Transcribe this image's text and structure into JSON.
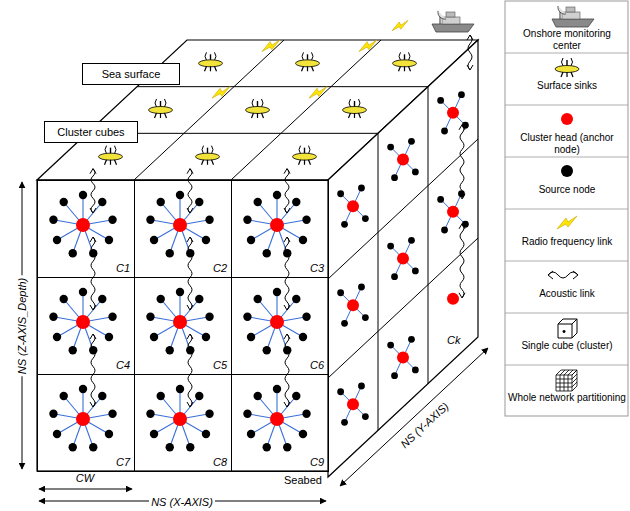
{
  "diagram": {
    "nodes": [
      {
        "text": [
          "Sea surface"
        ]
      },
      {
        "text": [
          "Cluster cubes"
        ]
      },
      {
        "text": [
          "C1"
        ]
      },
      {
        "text": [
          "C2"
        ]
      },
      {
        "text": [
          "C3"
        ]
      },
      {
        "text": [
          "C4"
        ]
      },
      {
        "text": [
          "C5"
        ]
      },
      {
        "text": [
          "C6"
        ]
      },
      {
        "text": [
          "C7"
        ]
      },
      {
        "text": [
          "C8"
        ]
      },
      {
        "text": [
          "C9"
        ]
      }
    ],
    "labels": [
      "Seabed",
      "Ck",
      "NS (Z-AXIS_Depth)",
      "NS (X-AXIS)",
      "CW",
      "NS (Y-AXIS)"
    ],
    "legend": [
      {
        "text": "Onshore monitoring center"
      },
      {
        "text": "Surface sinks"
      },
      {
        "text": "Cluster head (anchor node)",
        "color": "#ff0000"
      },
      {
        "text": "Source node",
        "color": "#000000"
      },
      {
        "text": "Radio frequency link"
      },
      {
        "text": "Acoustic link"
      },
      {
        "text": "Single cube (cluster)"
      },
      {
        "text": "Whole network partitioning"
      }
    ]
  }
}
